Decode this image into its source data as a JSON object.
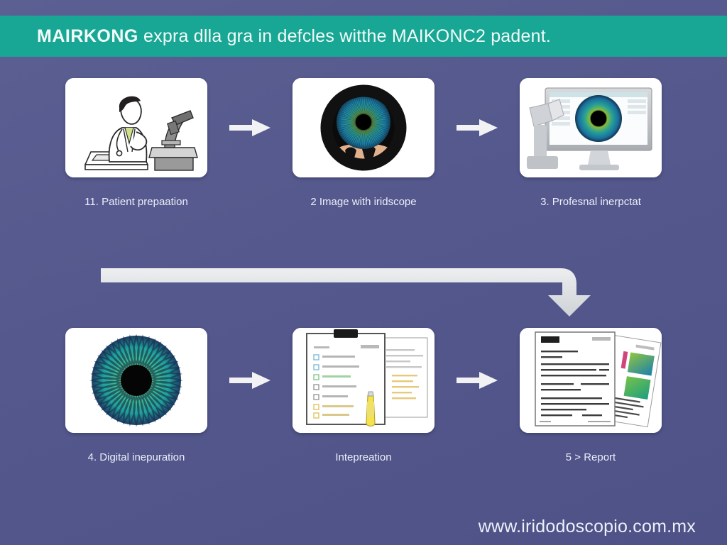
{
  "header": {
    "brand": "MAIRKONG",
    "text": " expra dlla gra in defcles witthe MAIKONC2 padent.",
    "background_color": "#18a794",
    "text_color": "#f2fbf9"
  },
  "page": {
    "background_color": "#55598f",
    "card_background": "#ffffff"
  },
  "steps": [
    {
      "label": "11. Patient prepaation",
      "illustration": "doctor-microscope-illustration"
    },
    {
      "label": "2 Image with iridscope",
      "illustration": "iris-ring-photo"
    },
    {
      "label": "3. Profesnal inerpctat",
      "illustration": "monitor-iris-scanner-photo"
    },
    {
      "label": "4. Digital inepuration",
      "illustration": "iris-closeup-photo"
    },
    {
      "label": "Intepreation",
      "illustration": "clipboard-checklist-illustration"
    },
    {
      "label": "5 > Report",
      "illustration": "report-documents-illustration"
    }
  ],
  "connectors": {
    "small_arrow_name": "right-arrow-icon",
    "flow_arrow_name": "row-flow-arrow-icon",
    "color": "#e8e8ea"
  },
  "footer": {
    "url": "www.iridodoscopio.com.mx"
  }
}
